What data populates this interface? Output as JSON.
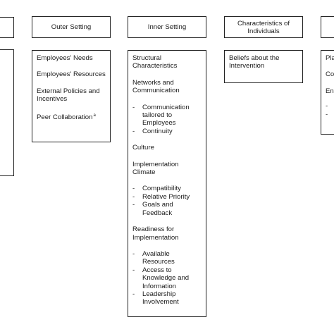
{
  "headers": {
    "outer": "Outer Setting",
    "inner": "Inner Setting",
    "individuals": "Characteristics of Individuals"
  },
  "outer": {
    "items": [
      "Employees' Needs",
      "Employees' Resources",
      "External Policies and Incentives",
      "Peer Collaboration"
    ],
    "footnote_mark": "a"
  },
  "inner": {
    "structural": "Structural Characteristics",
    "networks": "Networks and Communication",
    "networks_sub": [
      "Communication tailored to Employees",
      "Continuity"
    ],
    "culture": "Culture",
    "climate": "Implementation Climate",
    "climate_sub": [
      "Compatibility",
      "Relative Priority",
      "Goals and Feedback"
    ],
    "readiness": "Readiness for Implementation",
    "readiness_sub": [
      "Available Resources",
      "Access to Knowledge and Information",
      "Leadership Involvement"
    ],
    "dash": "-"
  },
  "individuals": {
    "items": [
      "Beliefs about the Intervention"
    ]
  },
  "right_partial": {
    "lines": [
      "Pla",
      "Co",
      "En",
      "-",
      "-"
    ]
  }
}
